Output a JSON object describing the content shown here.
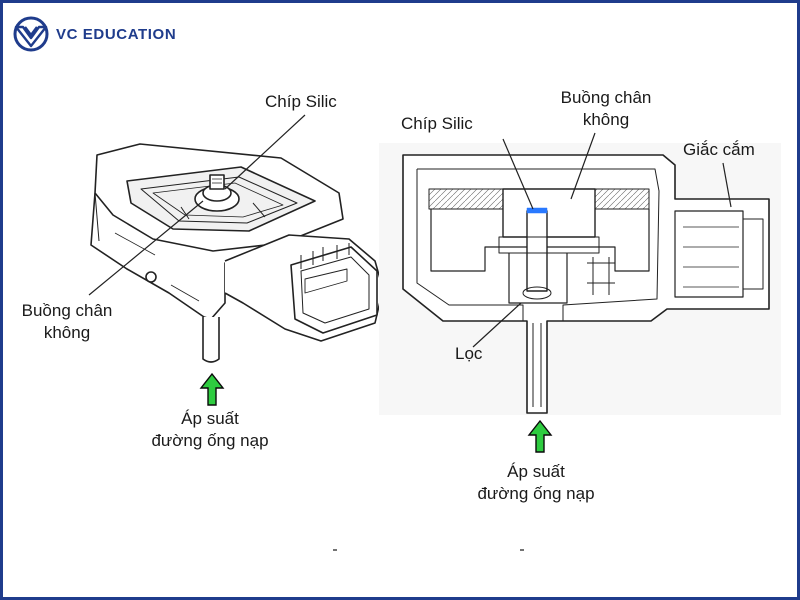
{
  "brand": {
    "name": "VC EDUCATION",
    "icon": "vc-logo-icon",
    "color": "#1f3c8c"
  },
  "left_figure": {
    "chip_label": "Chíp Silic",
    "chamber_label_line1": "Buồng chân",
    "chamber_label_line2": "không",
    "pressure_label_line1": "Áp suất",
    "pressure_label_line2": "đường ống nạp"
  },
  "right_figure": {
    "chip_label": "Chíp Silic",
    "chamber_label_line1": "Buồng chân",
    "chamber_label_line2": "không",
    "connector_label": "Giắc cắm",
    "filter_label": "Lọc",
    "pressure_label_line1": "Áp suất",
    "pressure_label_line2": "đường ống nạp"
  },
  "colors": {
    "arrow_fill": "#2ecc40",
    "chip_mark": "#2979ff",
    "line": "#222222"
  }
}
